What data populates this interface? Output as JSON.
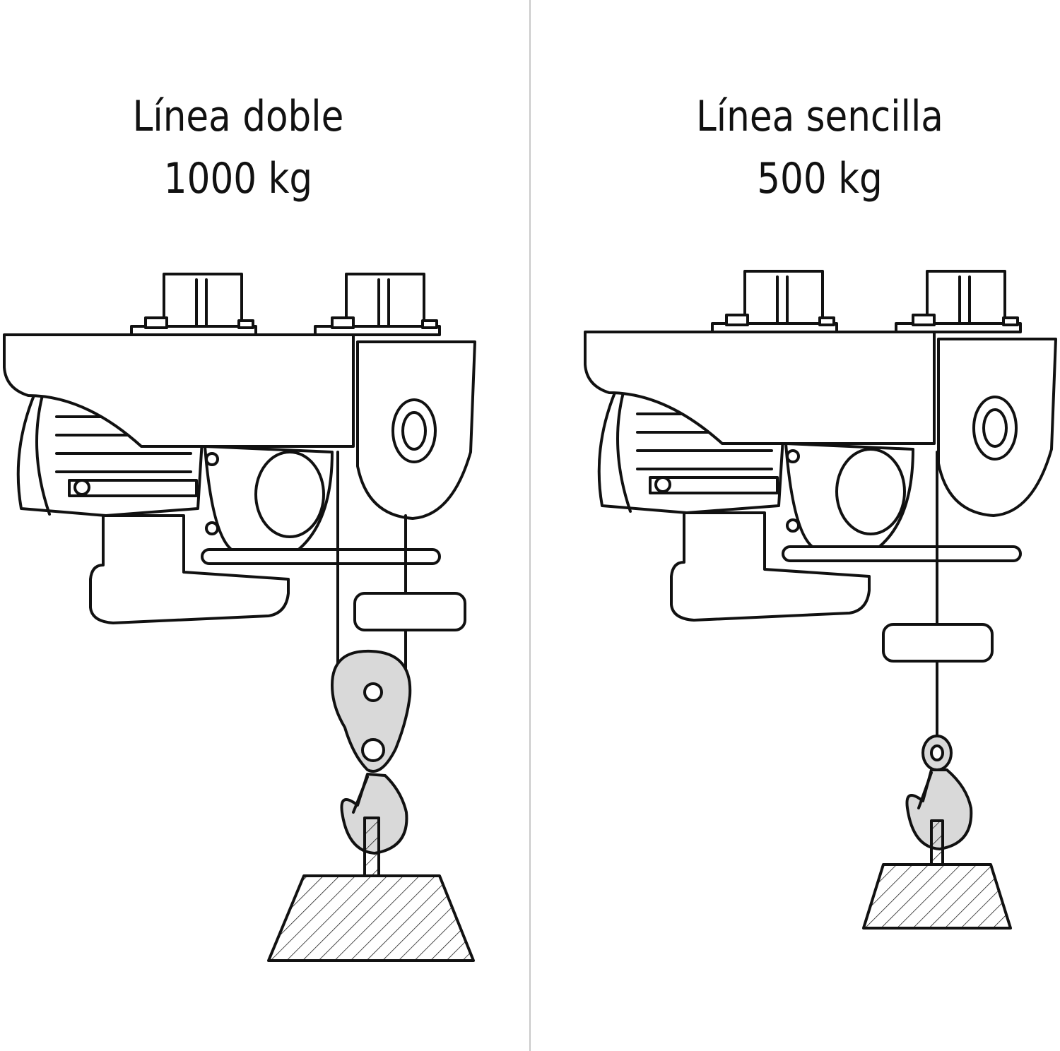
{
  "left": {
    "title": "Línea doble",
    "capacity": "1000 kg"
  },
  "right": {
    "title": "Línea sencilla",
    "capacity": "500 kg"
  },
  "colors": {
    "line": "#111111",
    "fill": "#ffffff",
    "shade": "#d9d9d9",
    "divider": "#c9c9c9"
  }
}
